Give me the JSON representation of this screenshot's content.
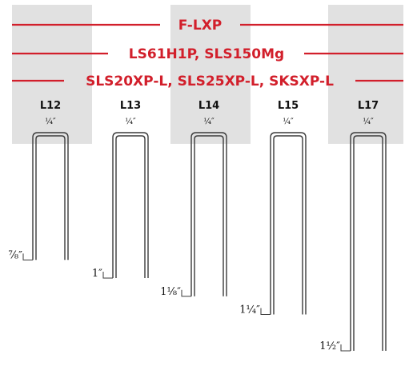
{
  "colors": {
    "accent": "#d21f2b",
    "column_shade": "#e1e1e1",
    "staple": "#3a3a3a",
    "text": "#111111"
  },
  "bands": [
    {
      "label": "F-LXP"
    },
    {
      "label": "LS61H1P, SLS150Mg"
    },
    {
      "label": "SLS20XP-L, SLS25XP-L, SKSXP-L"
    }
  ],
  "staples": [
    {
      "name": "L12",
      "crown": "¼″",
      "length": "⅞″",
      "length_in": 0.875,
      "shaded": true
    },
    {
      "name": "L13",
      "crown": "¼″",
      "length": "1″",
      "length_in": 1.0,
      "shaded": false
    },
    {
      "name": "L14",
      "crown": "¼″",
      "length": "1⅛″",
      "length_in": 1.125,
      "shaded": true
    },
    {
      "name": "L15",
      "crown": "¼″",
      "length": "1¼″",
      "length_in": 1.25,
      "shaded": false
    },
    {
      "name": "L17",
      "crown": "¼″",
      "length": "1½″",
      "length_in": 1.5,
      "shaded": true
    }
  ]
}
